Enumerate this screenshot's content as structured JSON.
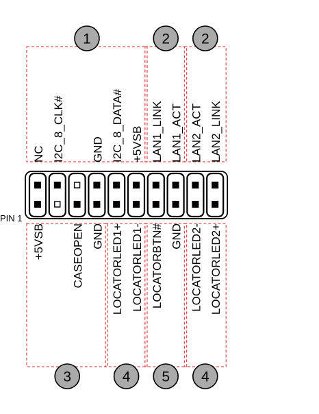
{
  "pin1_label": "PIN 1",
  "top_labels": [
    "NC",
    "I2C_8_CLK#",
    "",
    "GND",
    "I2C_8_DATA#",
    "+5VSB",
    "LAN1_LINK",
    "LAN1_ACT",
    "LAN2_ACT",
    "LAN2_LINK"
  ],
  "bottom_labels": [
    "+5VSB",
    "",
    "CASEOPEN",
    "GND",
    "LOCATORLED1+",
    "LOCATORLED1-",
    "LOCATORBTN#",
    "GND",
    "LOCATORLED2-",
    "LOCATORLED2+"
  ],
  "top_pins": [
    "filled",
    "filled",
    "hollow",
    "filled",
    "filled",
    "filled",
    "filled",
    "filled",
    "filled",
    "filled"
  ],
  "bottom_pins": [
    "filled",
    "hollow",
    "filled",
    "filled",
    "filled",
    "filled",
    "filled",
    "filled",
    "filled",
    "filled"
  ],
  "top_groups": [
    {
      "number": "1",
      "from": 0,
      "to": 5
    },
    {
      "number": "2",
      "from": 6,
      "to": 7
    },
    {
      "number": "2",
      "from": 8,
      "to": 9
    }
  ],
  "bottom_groups": [
    {
      "number": "3",
      "from": 0,
      "to": 3
    },
    {
      "number": "4",
      "from": 4,
      "to": 5
    },
    {
      "number": "5",
      "from": 6,
      "to": 7
    },
    {
      "number": "4",
      "from": 8,
      "to": 9
    }
  ],
  "colors": {
    "group_border": "#e05050",
    "badge_fill": "#aaaaaa",
    "pin": "#000000"
  }
}
